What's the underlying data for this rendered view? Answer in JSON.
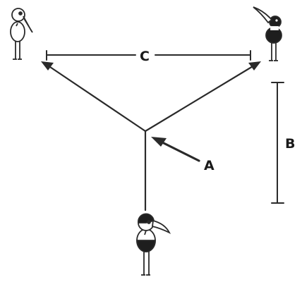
{
  "diagram": {
    "labels": {
      "a": "A",
      "b": "B",
      "c": "C"
    },
    "colors": {
      "ink": "#2a2a2a",
      "paper": "#ffffff"
    },
    "figures": [
      {
        "id": "top-left-bird",
        "head": "white",
        "body": "white"
      },
      {
        "id": "top-right-bird",
        "head": "black",
        "body": "black"
      },
      {
        "id": "bottom-bird",
        "head": "mixed",
        "body": "black-and-white"
      }
    ]
  }
}
